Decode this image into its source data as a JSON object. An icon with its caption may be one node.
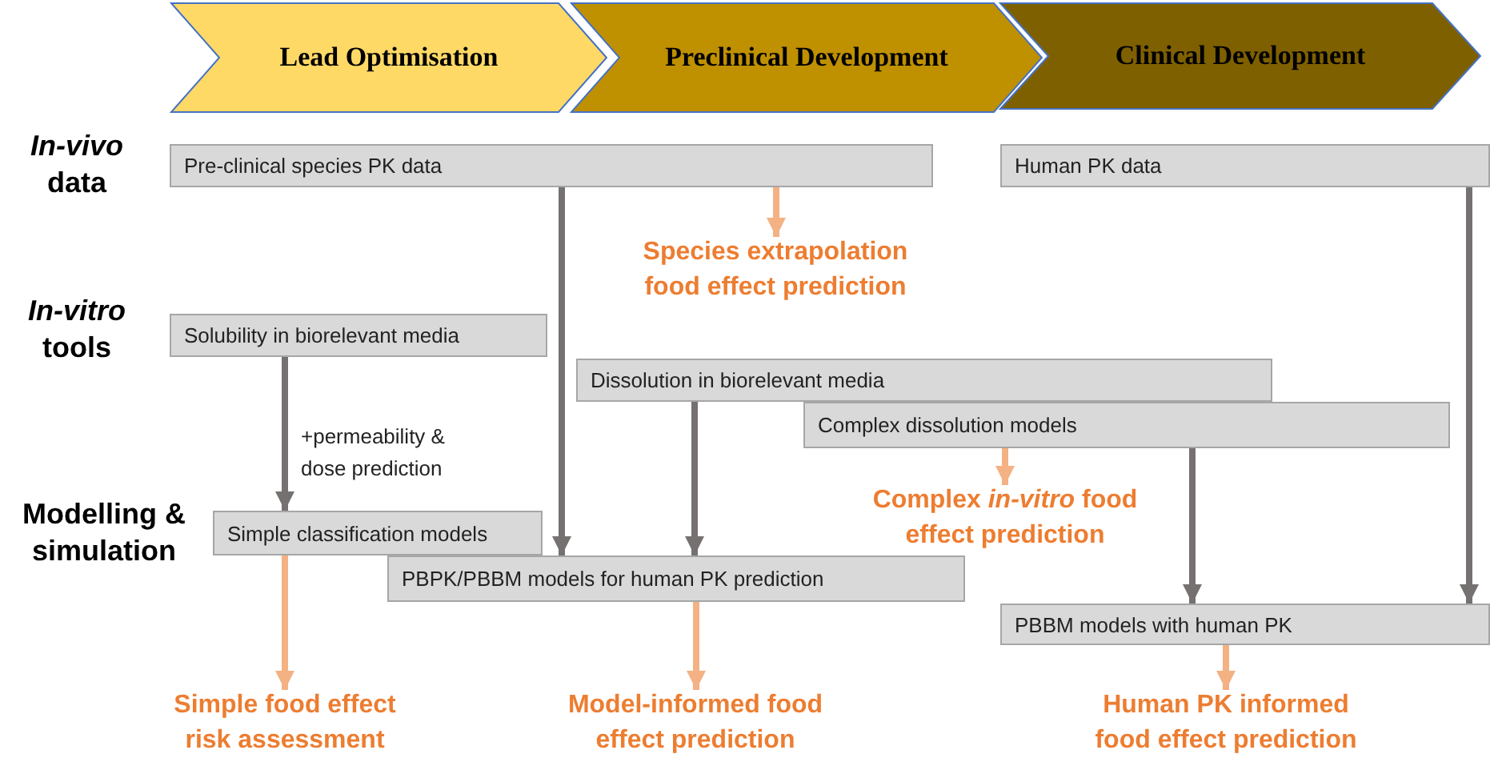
{
  "diagram": {
    "nodes": [
      {
        "text": [
          "Lead Optimisation"
        ]
      },
      {
        "text": [
          "Preclinical Development"
        ]
      },
      {
        "text": [
          "Clinical Development"
        ]
      },
      {
        "text": [
          "Pre-clinical species PK data"
        ]
      },
      {
        "text": [
          "Human PK data"
        ]
      },
      {
        "text": [
          "Species extrapolation food effect prediction"
        ]
      },
      {
        "text": [
          "Solubility in biorelevant media"
        ]
      },
      {
        "text": [
          "Dissolution in biorelevant media"
        ]
      },
      {
        "text": [
          "Complex dissolution models"
        ]
      },
      {
        "text": [
          "Complex *in-vitro* food effect prediction"
        ]
      },
      {
        "text": [
          "Simple classification models"
        ]
      },
      {
        "text": [
          "PBPK/PBBM models for human PK prediction"
        ]
      },
      {
        "text": [
          "PBBM models with human PK"
        ]
      },
      {
        "text": [
          "Simple food effect risk assessment"
        ]
      },
      {
        "text": [
          "Model-informed food effect prediction"
        ]
      },
      {
        "text": [
          "Human PK informed food effect prediction"
        ]
      }
    ],
    "edges": [
      {
        "from": 3,
        "to": 5,
        "arrow": "to",
        "color": "#f4b183"
      },
      {
        "from": 3,
        "to": 11,
        "arrow": "to",
        "color": "#767171"
      },
      {
        "from": 4,
        "to": 12,
        "arrow": "to",
        "color": "#767171"
      },
      {
        "from": 6,
        "to": 10,
        "arrow": "to",
        "label": "+permeability & dose prediction",
        "color": "#767171"
      },
      {
        "from": 7,
        "to": 11,
        "arrow": "to",
        "color": "#767171"
      },
      {
        "from": 8,
        "to": 9,
        "arrow": "to",
        "color": "#f4b183"
      },
      {
        "from": 8,
        "to": 12,
        "arrow": "to",
        "color": "#767171"
      },
      {
        "from": 10,
        "to": 13,
        "arrow": "to",
        "color": "#f4b183"
      },
      {
        "from": 11,
        "to": 14,
        "arrow": "to",
        "color": "#f4b183"
      },
      {
        "from": 12,
        "to": 15,
        "arrow": "to",
        "color": "#f4b183"
      }
    ],
    "labels": [
      "*In-vivo* data",
      "*In-vitro* tools",
      "Modelling & simulation"
    ]
  }
}
